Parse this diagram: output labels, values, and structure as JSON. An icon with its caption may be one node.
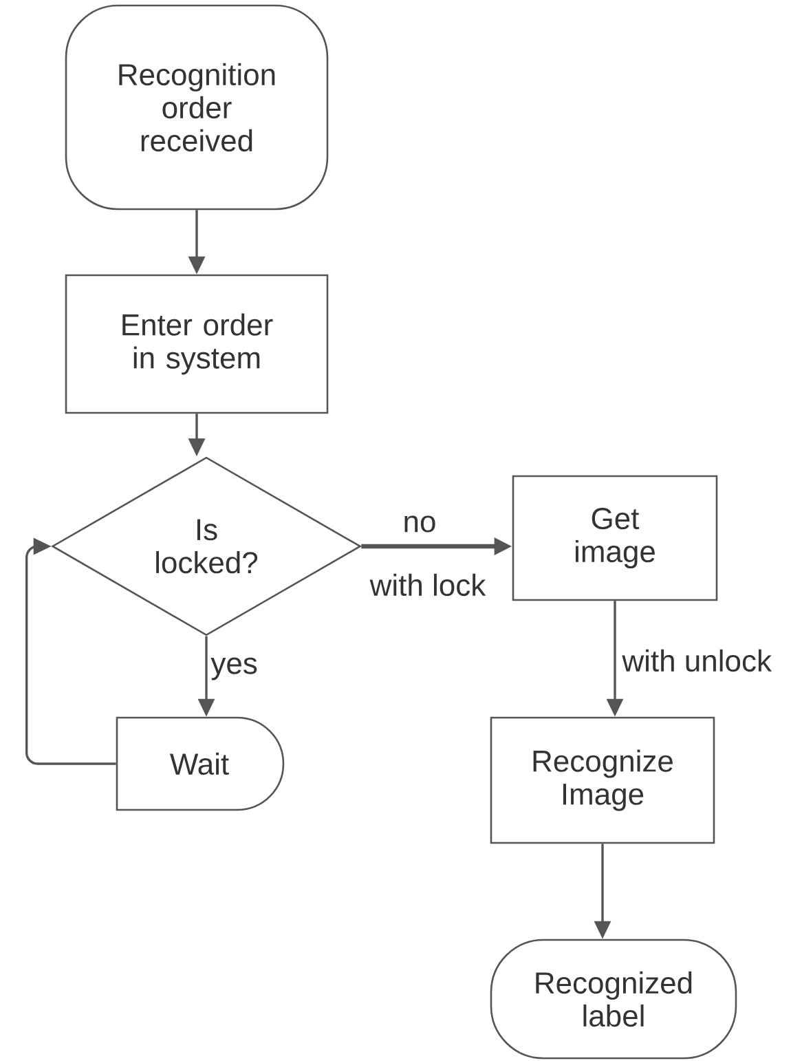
{
  "diagram": {
    "nodes": [
      {
        "text": [
          "Recognition order received"
        ]
      },
      {
        "text": [
          "Enter order in system"
        ]
      },
      {
        "text": [
          "Is locked?"
        ]
      },
      {
        "text": [
          "Get image"
        ]
      },
      {
        "text": [
          "Wait"
        ]
      },
      {
        "text": [
          "Recognize Image"
        ]
      },
      {
        "text": [
          "Recognized label"
        ]
      }
    ],
    "edges": [
      {
        "from": 0,
        "to": 1,
        "arrow": "to"
      },
      {
        "from": 1,
        "to": 2,
        "arrow": "to"
      },
      {
        "from": 2,
        "to": 3,
        "arrow": "to",
        "label": "no",
        "style": "thick"
      },
      {
        "from": 2,
        "to": 4,
        "arrow": "to",
        "label": "yes"
      },
      {
        "from": 3,
        "to": 5,
        "arrow": "to",
        "label": "with unlock"
      },
      {
        "from": 5,
        "to": 6,
        "arrow": "to"
      },
      {
        "from": 4,
        "to": 2,
        "arrow": "to"
      }
    ],
    "labels": [
      "with lock"
    ]
  }
}
